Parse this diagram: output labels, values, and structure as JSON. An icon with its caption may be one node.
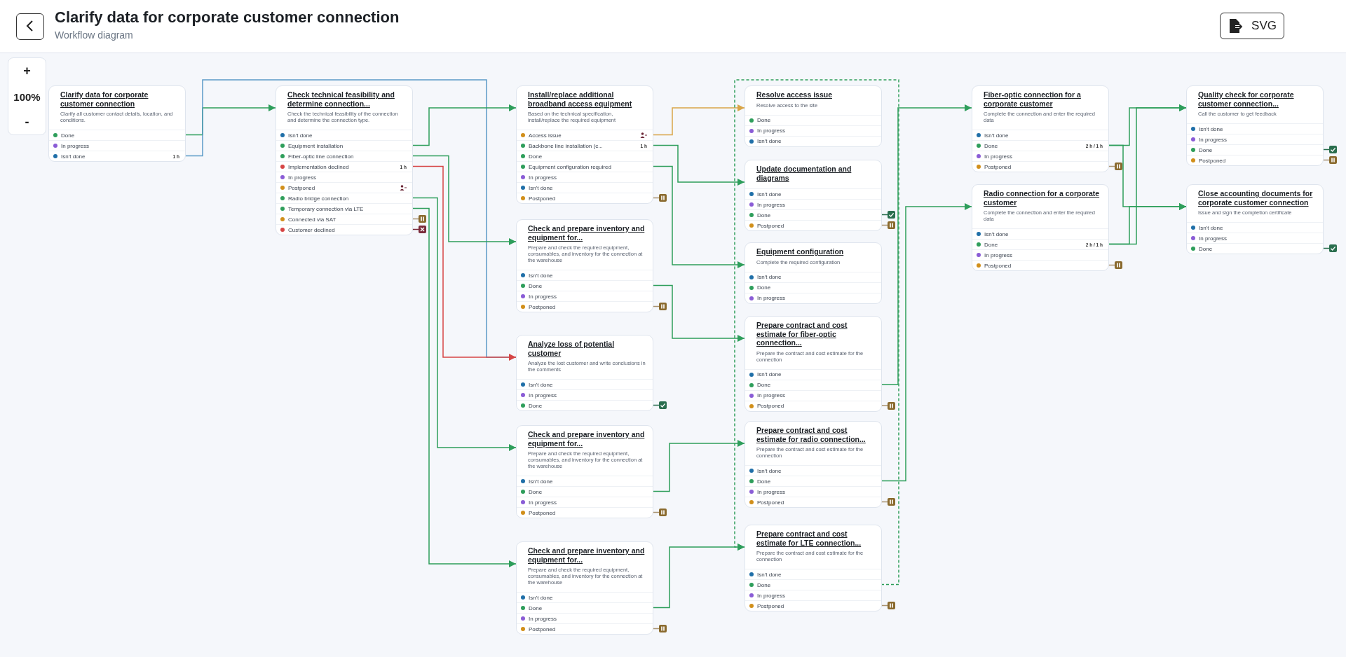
{
  "diagram": {
    "title": "Clarify data for corporate customer connection",
    "nodes": [
      {
        "text": [
          "Clarify data for corporate customer connection",
          "Clarify all customer contact details, location, and conditions."
        ]
      },
      {
        "text": [
          "Done"
        ],
        "in": 0
      },
      {
        "text": [
          "In progress"
        ],
        "in": 0
      },
      {
        "text": [
          "Isn't done",
          "1 h"
        ],
        "in": 0
      },
      {
        "text": [
          "Check technical feasibility and determine connection...",
          "Check the technical feasibility of the connection and determine the connection type."
        ]
      },
      {
        "text": [
          "Isn't done"
        ],
        "in": 4
      },
      {
        "text": [
          "Equipment installation"
        ],
        "in": 4
      },
      {
        "text": [
          "Fiber-optic line connection"
        ],
        "in": 4
      },
      {
        "text": [
          "Implementation declined",
          "1 h"
        ],
        "in": 4
      },
      {
        "text": [
          "In progress"
        ],
        "in": 4
      },
      {
        "text": [
          "Postponed"
        ],
        "in": 4
      },
      {
        "text": [
          "Radio bridge connection"
        ],
        "in": 4
      },
      {
        "text": [
          "Temporary connection via LTE"
        ],
        "in": 4
      },
      {
        "text": [
          "Connected via SAT"
        ],
        "in": 4
      },
      {
        "text": [
          "Customer declined"
        ],
        "in": 4
      },
      {
        "text": [],
        "shape": "box"
      },
      {
        "text": [],
        "shape": "box"
      },
      {
        "text": [
          "Install/replace additional broadband access equipment",
          "Based on the technical specification, install/replace the required equipment"
        ]
      },
      {
        "text": [
          "Access issue"
        ],
        "in": 17
      },
      {
        "text": [
          "Backbone line installation (c...",
          "1 h"
        ],
        "in": 17
      },
      {
        "text": [
          "Done"
        ],
        "in": 17
      },
      {
        "text": [
          "Equipment configuration required"
        ],
        "in": 17
      },
      {
        "text": [
          "In progress"
        ],
        "in": 17
      },
      {
        "text": [
          "Isn't done"
        ],
        "in": 17
      },
      {
        "text": [
          "Postponed"
        ],
        "in": 17
      },
      {
        "text": [],
        "shape": "box"
      },
      {
        "text": [
          "Check and prepare inventory and equipment for...",
          "Prepare and check the required equipment, consumables, and inventory for the connection at the warehouse"
        ]
      },
      {
        "text": [
          "Isn't done"
        ],
        "in": 26
      },
      {
        "text": [
          "Done"
        ],
        "in": 26
      },
      {
        "text": [
          "In progress"
        ],
        "in": 26
      },
      {
        "text": [
          "Postponed"
        ],
        "in": 26
      },
      {
        "text": [],
        "shape": "box"
      },
      {
        "text": [
          "Analyze loss of potential customer",
          "Analyze the lost customer and write conclusions in the comments"
        ]
      },
      {
        "text": [
          "Isn't done"
        ],
        "in": 32
      },
      {
        "text": [
          "In progress"
        ],
        "in": 32
      },
      {
        "text": [
          "Done"
        ],
        "in": 32
      },
      {
        "text": [],
        "shape": "box"
      },
      {
        "text": [
          "Check and prepare inventory and equipment for...",
          "Prepare and check the required equipment, consumables, and inventory for the connection at the warehouse"
        ]
      },
      {
        "text": [
          "Isn't done"
        ],
        "in": 37
      },
      {
        "text": [
          "Done"
        ],
        "in": 37
      },
      {
        "text": [
          "In progress"
        ],
        "in": 37
      },
      {
        "text": [
          "Postponed"
        ],
        "in": 37
      },
      {
        "text": [],
        "shape": "box"
      },
      {
        "text": [
          "Check and prepare inventory and equipment for...",
          "Prepare and check the required equipment, consumables, and inventory for the connection at the warehouse"
        ]
      },
      {
        "text": [
          "Isn't done"
        ],
        "in": 43
      },
      {
        "text": [
          "Done"
        ],
        "in": 43
      },
      {
        "text": [
          "In progress"
        ],
        "in": 43
      },
      {
        "text": [
          "Postponed"
        ],
        "in": 43
      },
      {
        "text": [],
        "shape": "box"
      },
      {
        "text": [
          "Resolve access issue",
          "Resolve access to the site"
        ]
      },
      {
        "text": [
          "Done"
        ],
        "in": 49
      },
      {
        "text": [
          "In progress"
        ],
        "in": 49
      },
      {
        "text": [
          "Isn't done"
        ],
        "in": 49
      },
      {
        "text": [
          "Update documentation and diagrams"
        ]
      },
      {
        "text": [
          "Isn't done"
        ],
        "in": 53
      },
      {
        "text": [
          "In progress"
        ],
        "in": 53
      },
      {
        "text": [
          "Done"
        ],
        "in": 53
      },
      {
        "text": [
          "Postponed"
        ],
        "in": 53
      },
      {
        "text": [],
        "shape": "box"
      },
      {
        "text": [],
        "shape": "box"
      },
      {
        "text": [
          "Equipment configuration",
          "Complete the required configuration"
        ]
      },
      {
        "text": [
          "Isn't done"
        ],
        "in": 60
      },
      {
        "text": [
          "Done"
        ],
        "in": 60
      },
      {
        "text": [
          "In progress"
        ],
        "in": 60
      },
      {
        "text": [
          "Prepare contract and cost estimate for fiber-optic connection...",
          "Prepare the contract and cost estimate for the connection"
        ]
      },
      {
        "text": [
          "Isn't done"
        ],
        "in": 64
      },
      {
        "text": [
          "Done"
        ],
        "in": 64
      },
      {
        "text": [
          "In progress"
        ],
        "in": 64
      },
      {
        "text": [
          "Postponed"
        ],
        "in": 64
      },
      {
        "text": [],
        "shape": "box"
      },
      {
        "text": [
          "Prepare contract and cost estimate for radio connection...",
          "Prepare the contract and cost estimate for the connection"
        ]
      },
      {
        "text": [
          "Isn't done"
        ],
        "in": 70
      },
      {
        "text": [
          "Done"
        ],
        "in": 70
      },
      {
        "text": [
          "In progress"
        ],
        "in": 70
      },
      {
        "text": [
          "Postponed"
        ],
        "in": 70
      },
      {
        "text": [],
        "shape": "box"
      },
      {
        "text": [
          "Prepare contract and cost estimate for LTE connection...",
          "Prepare the contract and cost estimate for the connection"
        ]
      },
      {
        "text": [
          "Isn't done"
        ],
        "in": 76
      },
      {
        "text": [
          "Done"
        ],
        "in": 76
      },
      {
        "text": [
          "In progress"
        ],
        "in": 76
      },
      {
        "text": [
          "Postponed"
        ],
        "in": 76
      },
      {
        "text": [],
        "shape": "box"
      },
      {
        "text": [
          "Fiber-optic connection for a corporate customer",
          "Complete the connection and enter the required data"
        ]
      },
      {
        "text": [
          "Isn't done"
        ],
        "in": 82
      },
      {
        "text": [
          "Done",
          "2 h / 1 h"
        ],
        "in": 82
      },
      {
        "text": [
          "In progress"
        ],
        "in": 82
      },
      {
        "text": [
          "Postponed"
        ],
        "in": 82
      },
      {
        "text": [],
        "shape": "box"
      },
      {
        "text": [
          "Radio connection for a corporate customer",
          "Complete the connection and enter the required data"
        ]
      },
      {
        "text": [
          "Isn't done"
        ],
        "in": 88
      },
      {
        "text": [
          "Done",
          "2 h / 1 h"
        ],
        "in": 88
      },
      {
        "text": [
          "In progress"
        ],
        "in": 88
      },
      {
        "text": [
          "Postponed"
        ],
        "in": 88
      },
      {
        "text": [],
        "shape": "box"
      },
      {
        "text": [
          "Quality check for corporate customer connection...",
          "Call the customer to get feedback"
        ]
      },
      {
        "text": [
          "Isn't done"
        ],
        "in": 94
      },
      {
        "text": [
          "In progress"
        ],
        "in": 94
      },
      {
        "text": [
          "Done"
        ],
        "in": 94
      },
      {
        "text": [
          "Postponed"
        ],
        "in": 94
      },
      {
        "text": [],
        "shape": "box"
      },
      {
        "text": [],
        "shape": "box"
      },
      {
        "text": [
          "Close accounting documents for corporate customer connection",
          "Issue and sign the completion certificate"
        ]
      },
      {
        "text": [
          "Isn't done"
        ],
        "in": 101
      },
      {
        "text": [
          "In progress"
        ],
        "in": 101
      },
      {
        "text": [
          "Done"
        ],
        "in": 101
      },
      {
        "text": [],
        "shape": "box"
      }
    ],
    "edges": [
      {
        "from": 1,
        "to": 4,
        "arrow": "to"
      },
      {
        "from": 3,
        "to": 32,
        "arrow": "none",
        "color": "#5b9bc7"
      },
      {
        "from": 6,
        "to": 17,
        "arrow": "to"
      },
      {
        "from": 7,
        "to": 26,
        "arrow": "to"
      },
      {
        "from": 8,
        "to": 32,
        "arrow": "to",
        "color": "#d64545"
      },
      {
        "from": 11,
        "to": 37,
        "arrow": "to"
      },
      {
        "from": 12,
        "to": 43,
        "arrow": "to"
      },
      {
        "from": 13,
        "to": 15,
        "arrow": "none",
        "color": "#a99370"
      },
      {
        "from": 14,
        "to": 16,
        "arrow": "none",
        "color": "#7a2a3a"
      },
      {
        "from": 18,
        "to": 49,
        "arrow": "to",
        "color": "#d9a548"
      },
      {
        "from": 19,
        "to": 53,
        "arrow": "to"
      },
      {
        "from": 21,
        "to": 60,
        "arrow": "to"
      },
      {
        "from": 24,
        "to": 25,
        "arrow": "none",
        "color": "#a99370"
      },
      {
        "from": 28,
        "to": 64,
        "arrow": "to"
      },
      {
        "from": 30,
        "to": 31,
        "arrow": "none",
        "color": "#a99370"
      },
      {
        "from": 35,
        "to": 36,
        "arrow": "none",
        "color": "#2a6e4e"
      },
      {
        "from": 39,
        "to": 70,
        "arrow": "to"
      },
      {
        "from": 41,
        "to": 42,
        "arrow": "none",
        "color": "#a99370"
      },
      {
        "from": 45,
        "to": 76,
        "arrow": "to"
      },
      {
        "from": 47,
        "to": 48,
        "arrow": "none",
        "color": "#a99370"
      },
      {
        "from": 56,
        "to": 58,
        "arrow": "none",
        "color": "#2a6e4e"
      },
      {
        "from": 57,
        "to": 59,
        "arrow": "none",
        "color": "#a99370"
      },
      {
        "from": 66,
        "to": 82,
        "arrow": "to"
      },
      {
        "from": 68,
        "to": 69,
        "arrow": "none",
        "color": "#a99370"
      },
      {
        "from": 72,
        "to": 88,
        "arrow": "to"
      },
      {
        "from": 74,
        "to": 75,
        "arrow": "none",
        "color": "#a99370"
      },
      {
        "from": 78,
        "to": 76,
        "arrow": "to",
        "style": "dashed"
      },
      {
        "from": 80,
        "to": 81,
        "arrow": "none",
        "color": "#a99370"
      },
      {
        "from": 84,
        "to": 94,
        "arrow": "to"
      },
      {
        "from": 84,
        "to": 101,
        "arrow": "to"
      },
      {
        "from": 90,
        "to": 94,
        "arrow": "to"
      },
      {
        "from": 90,
        "to": 101,
        "arrow": "to"
      },
      {
        "from": 86,
        "to": 87,
        "arrow": "none",
        "color": "#a99370"
      },
      {
        "from": 92,
        "to": 93,
        "arrow": "none",
        "color": "#a99370"
      },
      {
        "from": 97,
        "to": 99,
        "arrow": "none",
        "color": "#2a6e4e"
      },
      {
        "from": 98,
        "to": 100,
        "arrow": "none",
        "color": "#a99370"
      },
      {
        "from": 104,
        "to": 105,
        "arrow": "none",
        "color": "#2a6e4e"
      }
    ],
    "labels": [
      "Workflow diagram",
      "+",
      "100%",
      "-",
      "SVG"
    ]
  }
}
